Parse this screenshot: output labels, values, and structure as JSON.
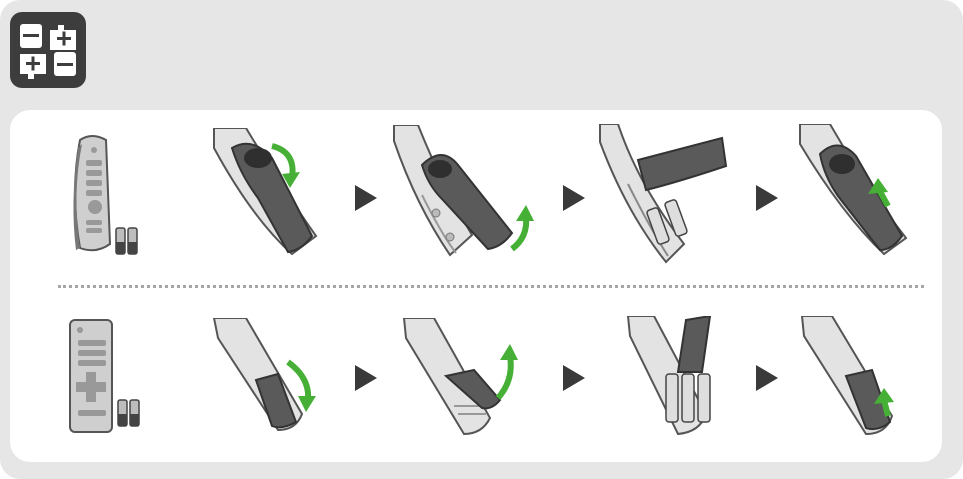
{
  "header": {
    "icon": "battery-polarity-icon"
  },
  "rows": [
    {
      "remote_type": "magic-remote",
      "steps": [
        "open-cover",
        "cover-removed",
        "insert-batteries",
        "close-cover"
      ]
    },
    {
      "remote_type": "standard-remote",
      "steps": [
        "slide-cover",
        "lift-cover",
        "insert-batteries",
        "close-cover"
      ]
    }
  ],
  "colors": {
    "background": "#e6e6e6",
    "panel": "#ffffff",
    "remote_body": "#dcdcdc",
    "cover": "#5a5a5a",
    "arrow_green": "#45b035",
    "step_arrow": "#3a3a3a",
    "icon": "#3d3d3d"
  }
}
